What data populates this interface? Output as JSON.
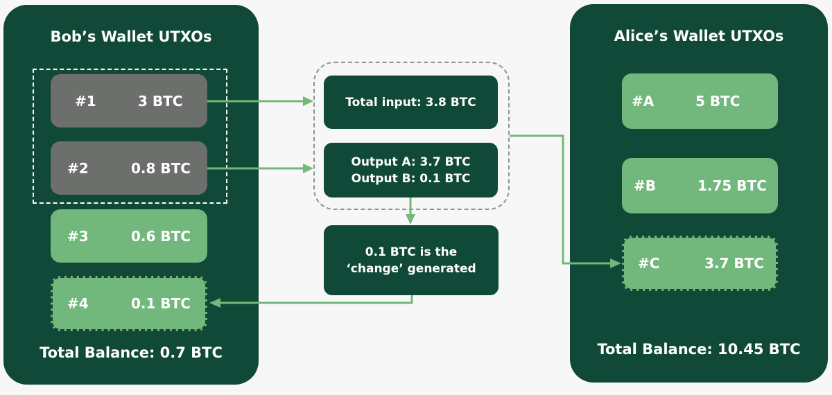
{
  "bob": {
    "title": "Bob’s Wallet UTXOs",
    "utxos": [
      {
        "id": "#1",
        "amount": "3 BTC",
        "state": "spent"
      },
      {
        "id": "#2",
        "amount": "0.8 BTC",
        "state": "spent"
      },
      {
        "id": "#3",
        "amount": "0.6 BTC",
        "state": "owned"
      },
      {
        "id": "#4",
        "amount": "0.1 BTC",
        "state": "new"
      }
    ],
    "total": "Total Balance: 0.7 BTC"
  },
  "transaction": {
    "input": "Total input: 3.8 BTC",
    "output_a": "Output A: 3.7 BTC",
    "output_b": "Output B: 0.1 BTC",
    "change_line1": "0.1 BTC is the",
    "change_line2": "‘change’ generated"
  },
  "alice": {
    "title": "Alice’s Wallet UTXOs",
    "utxos": [
      {
        "id": "#A",
        "amount": "5 BTC",
        "state": "owned"
      },
      {
        "id": "#B",
        "amount": "1.75 BTC",
        "state": "owned"
      },
      {
        "id": "#C",
        "amount": "3.7 BTC",
        "state": "new"
      }
    ],
    "total": "Total Balance: 10.45 BTC"
  },
  "colors": {
    "panel": "#114939",
    "utxo_owned": "#72b77b",
    "utxo_spent": "#6c6f6b",
    "arrow": "#72b77b",
    "background": "#f6f7f6"
  }
}
